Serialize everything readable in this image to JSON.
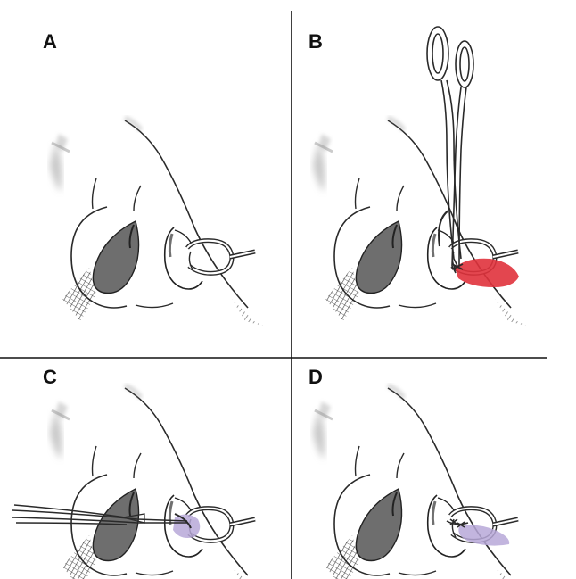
{
  "panels": [
    {
      "label": "A",
      "step": "retractor"
    },
    {
      "label": "B",
      "step": "forceps"
    },
    {
      "label": "C",
      "step": "needle"
    },
    {
      "label": "D",
      "step": "sutured"
    }
  ],
  "icons": {
    "retractor": "nasal-retractor-icon",
    "forceps": "forceps-icon",
    "needle_holder": "needle-holder-icon",
    "suture": "suture-icon"
  },
  "colors": {
    "line": "#2a2a2a",
    "shade": "#6b6b6b",
    "highlight_red": "#e0323c",
    "highlight_lavender": "#b7a8d8",
    "divider": "#111111"
  }
}
